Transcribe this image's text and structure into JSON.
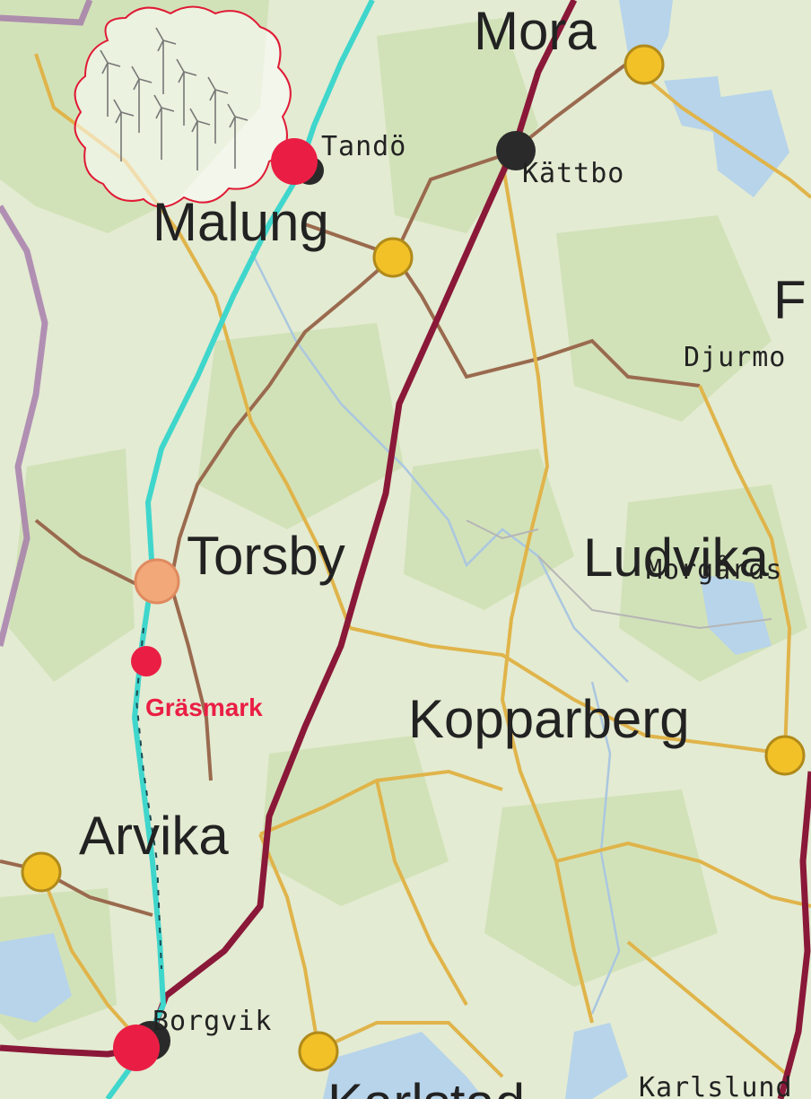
{
  "map": {
    "colors": {
      "land": "#e3ebd2",
      "forest": "#cfe0b4",
      "water": "#b7d4ea",
      "road_orange": "#e0b44a",
      "road_brown": "#9a6a4e",
      "border_purple": "#a070a8",
      "powerline_maroon": "#8a1838",
      "powerline_cyan": "#3fd6cc",
      "marker_red": "#ea1e44",
      "city_dot": "#f2c128"
    },
    "labels": {
      "mora": "Mora",
      "tando": "Tandö",
      "kattbo": "Kättbo",
      "malung": "Malung",
      "f_partial": "F",
      "djurmo": "Djurmo",
      "torsby": "Torsby",
      "ludvika": "Ludvika",
      "morgardshammar": "Morgårds",
      "grasmark": "Gräsmark",
      "kopparberg": "Kopparberg",
      "arvika": "Arvika",
      "borgvik": "Borgvik",
      "karlstad": "Karlstad",
      "karlslund": "Karlslund"
    },
    "wind_farm_icon": "wind-turbine-icon"
  }
}
